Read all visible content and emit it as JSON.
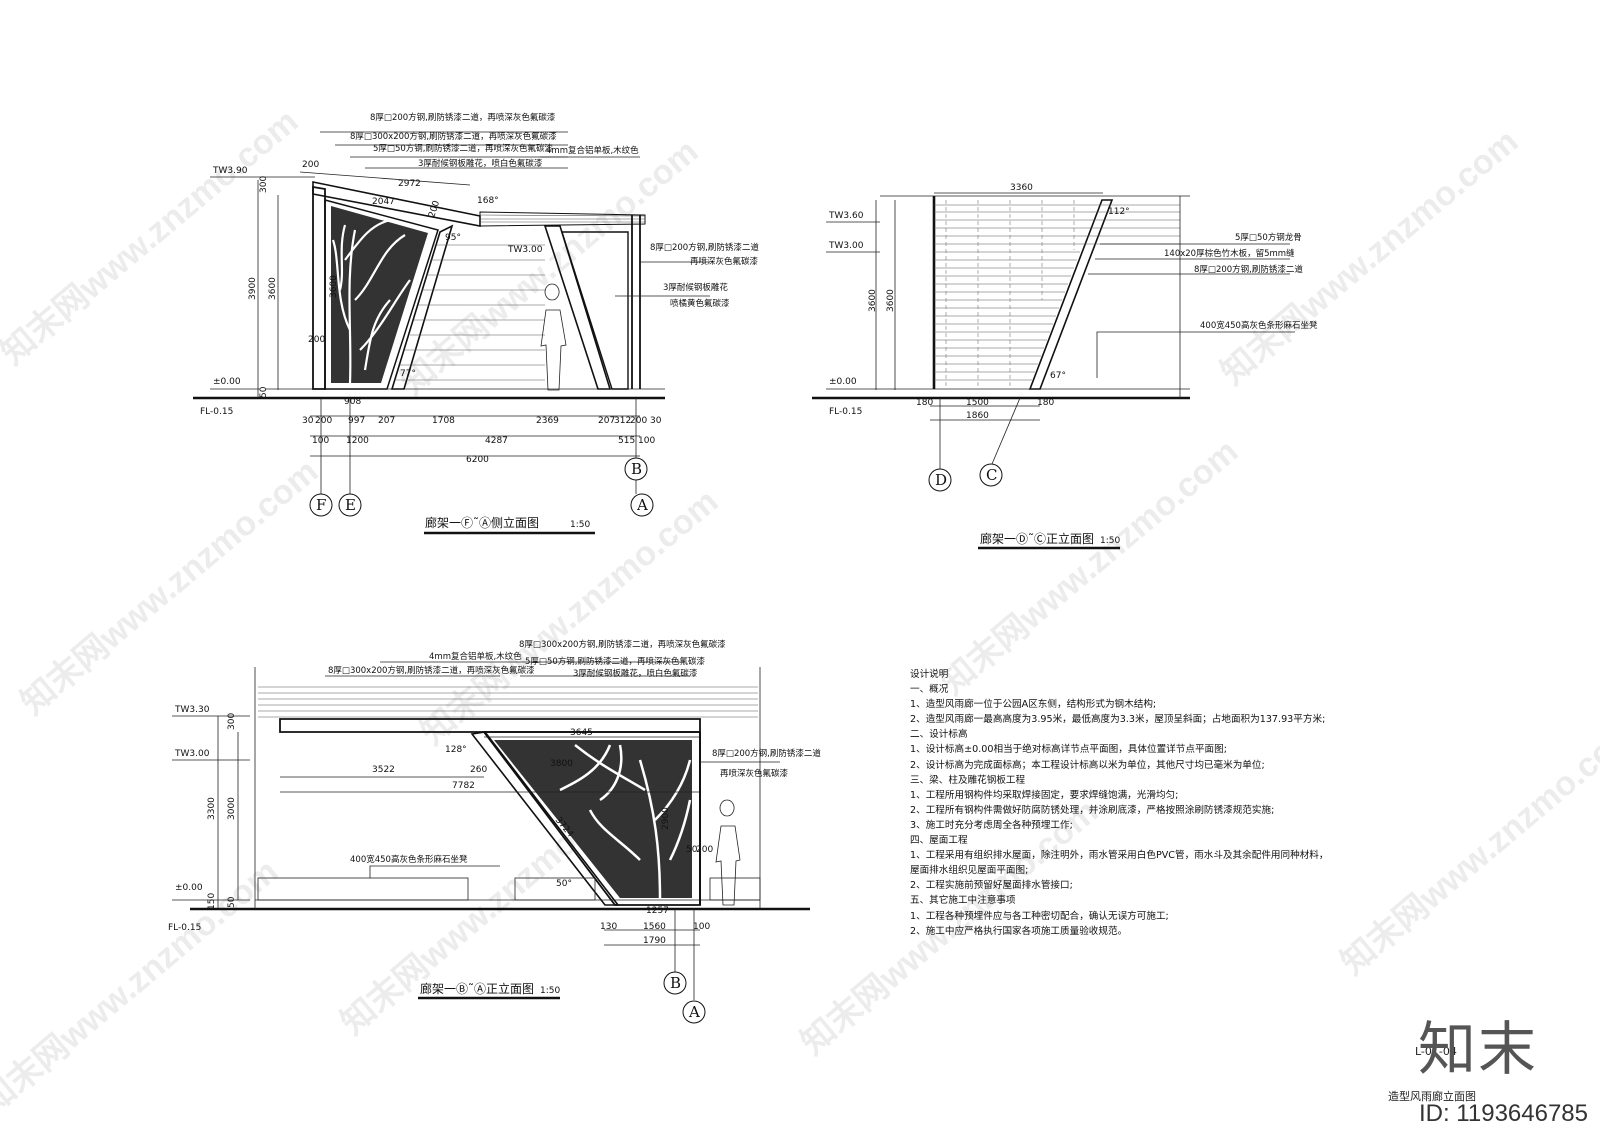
{
  "drawing1": {
    "title": "廊架一Ⓕ˜Ⓐ侧立面图",
    "scale": "1:50",
    "elevations": [
      "TW3.90",
      "±0.00",
      "FL-0.15",
      "TW3.00"
    ],
    "vertical_dims": [
      "300",
      "3900",
      "3600",
      "50"
    ],
    "top_dims": [
      "200",
      "2972",
      "2047",
      "168°",
      "200",
      "95°"
    ],
    "inner_dims": [
      "3600",
      "200",
      "77°",
      "908"
    ],
    "bottom_dims_row1": [
      "30",
      "200",
      "997",
      "207",
      "1708",
      "2369",
      "207",
      "312",
      "200",
      "30"
    ],
    "bottom_dims_row2": [
      "100",
      "1200",
      "4287",
      "515",
      "100"
    ],
    "bottom_total": "6200",
    "grids": [
      "F",
      "E",
      "B",
      "A"
    ],
    "notes": [
      "8厚□200方钢,刷防锈漆二道，再喷深灰色氟碳漆",
      "8厚□300x200方钢,刷防锈漆二道，再喷深灰色氟碳漆",
      "5厚□50方钢,刷防锈漆二道，再喷深灰色氟碳漆",
      "3厚耐候钢板雕花，喷白色氟碳漆",
      "4mm复合铝单板,木纹色",
      "8厚□200方钢,刷防锈漆二道",
      "再喷深灰色氟碳漆",
      "3厚耐候钢板雕花",
      "喷橘黄色氟碳漆"
    ]
  },
  "drawing2": {
    "title": "廊架一Ⓓ˜Ⓒ正立面图",
    "scale": "1:50",
    "elevations": [
      "TW3.60",
      "TW3.00",
      "±0.00",
      "FL-0.15"
    ],
    "vertical_dims": [
      "3600",
      "3600"
    ],
    "top_dim": "3360",
    "angles": [
      "112°",
      "67°"
    ],
    "bottom_dims_row1": [
      "180",
      "1500",
      "180"
    ],
    "bottom_total": "1860",
    "grids": [
      "D",
      "C"
    ],
    "notes": [
      "5厚□50方钢龙骨",
      "140x20厚棕色竹木板，留5mm缝",
      "8厚□200方钢,刷防锈漆二道",
      "400宽450高灰色条形麻石坐凳"
    ]
  },
  "drawing3": {
    "title": "廊架一Ⓑ˜Ⓐ正立面图",
    "scale": "1:50",
    "elevations": [
      "TW3.30",
      "TW3.00",
      "±0.00",
      "FL-0.15"
    ],
    "vertical_dims": [
      "300",
      "3300",
      "3000",
      "150",
      "50"
    ],
    "dims": [
      "3645",
      "3522",
      "260",
      "7782",
      "3800",
      "128°",
      "3724",
      "2900",
      "50",
      "200",
      "50°",
      "1257"
    ],
    "bottom_dims_row1": [
      "130",
      "1560",
      "100"
    ],
    "bottom_total": "1790",
    "grids": [
      "B",
      "A"
    ],
    "notes": [
      "4mm复合铝单板,木纹色",
      "8厚□300x200方钢,刷防锈漆二道，再喷深灰色氟碳漆",
      "8厚□300x200方钢,刷防锈漆二道，再喷深灰色氟碳漆",
      "5厚□50方钢,刷防锈漆二道，再喷深灰色氟碳漆",
      "3厚耐候钢板雕花，喷白色氟碳漆",
      "8厚□200方钢,刷防锈漆二道",
      "再喷深灰色氟碳漆",
      "400宽450高灰色条形麻石坐凳"
    ]
  },
  "design_notes": [
    "设计说明",
    "一、概况",
    "1、造型风雨廊一位于公园A区东侧，结构形式为钢木结构;",
    "2、造型风雨廊一最高高度为3.95米，最低高度为3.3米，屋顶呈斜面；占地面积为137.93平方米;",
    "二、设计标高",
    "1、设计标高±0.00相当于绝对标高详节点平面图，具体位置详节点平面图;",
    "2、设计标高为完成面标高；本工程设计标高以米为单位，其他尺寸均已毫米为单位;",
    "三、梁、柱及雕花钢板工程",
    "1、工程所用钢构件均采取焊接固定，要求焊缝饱满，光滑均匀;",
    "2、工程所有钢构件需做好防腐防锈处理，并涂刷底漆，严格按照涂刷防锈漆规范实施;",
    "3、施工时充分考虑周全各种预埋工作;",
    "四、屋面工程",
    "1、工程采用有组织排水屋面，除注明外，雨水管采用白色PVC管，雨水斗及其余配件用同种材料，",
    "屋面排水组织见屋面平面图;",
    "2、工程实施前预留好屋面排水管接口;",
    "五、其它施工中注意事项",
    "1、工程各种预埋件应与各工种密切配合，确认无误方可施工;",
    "2、施工中应严格执行国家各项施工质量验收规范。"
  ],
  "watermark": "知末网www.znzmo.com",
  "logo": "知末",
  "id_badge": "ID: 1193646785",
  "sheet_label": "造型风雨廊立面图",
  "sheet_no": "L-01-04",
  "icons": {
    "person": "person-silhouette-icon",
    "tree": "tree-branch-pattern-icon"
  }
}
